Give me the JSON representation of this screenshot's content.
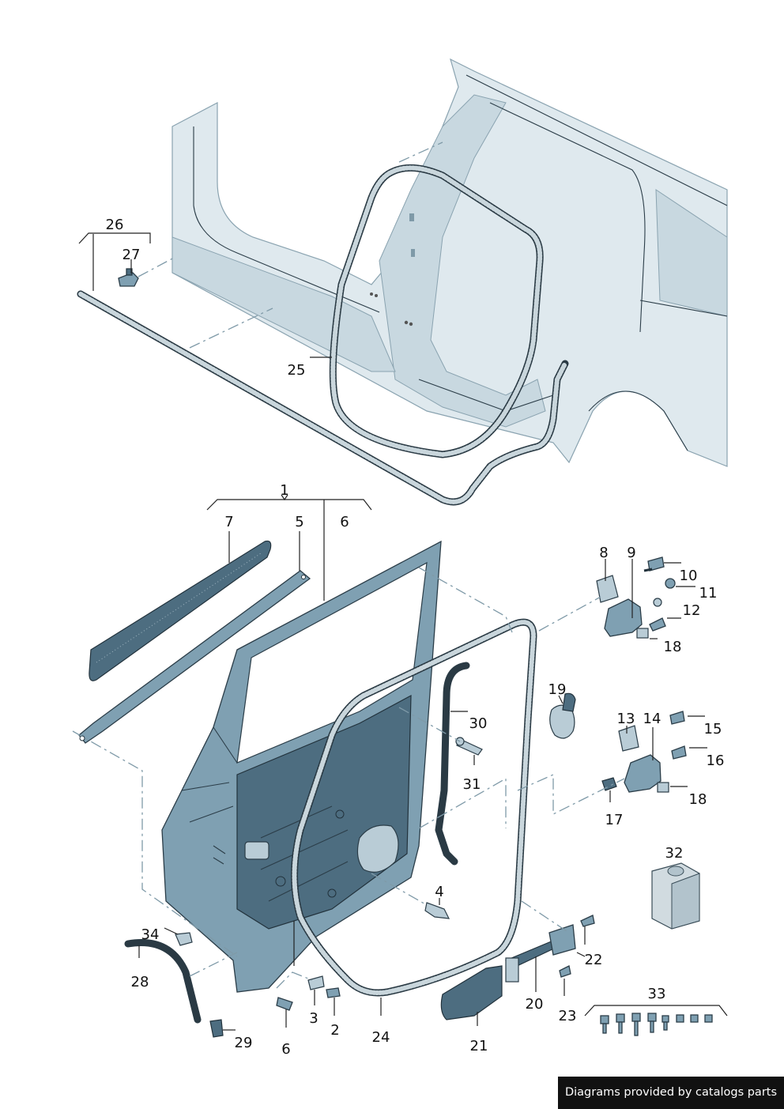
{
  "footer": {
    "text": "Diagrams provided by catalogs parts"
  },
  "callouts": [
    {
      "id": "c26",
      "text": "26"
    },
    {
      "id": "c27",
      "text": "27"
    },
    {
      "id": "c25",
      "text": "25"
    },
    {
      "id": "c1",
      "text": "1"
    },
    {
      "id": "c7",
      "text": "7"
    },
    {
      "id": "c5",
      "text": "5"
    },
    {
      "id": "c6a",
      "text": "6"
    },
    {
      "id": "c8",
      "text": "8"
    },
    {
      "id": "c9",
      "text": "9"
    },
    {
      "id": "c10",
      "text": "10"
    },
    {
      "id": "c11",
      "text": "11"
    },
    {
      "id": "c12",
      "text": "12"
    },
    {
      "id": "c18a",
      "text": "18"
    },
    {
      "id": "c19",
      "text": "19"
    },
    {
      "id": "c30",
      "text": "30"
    },
    {
      "id": "c13",
      "text": "13"
    },
    {
      "id": "c14",
      "text": "14"
    },
    {
      "id": "c15",
      "text": "15"
    },
    {
      "id": "c16",
      "text": "16"
    },
    {
      "id": "c31",
      "text": "31"
    },
    {
      "id": "c18b",
      "text": "18"
    },
    {
      "id": "c17",
      "text": "17"
    },
    {
      "id": "c32",
      "text": "32"
    },
    {
      "id": "c4",
      "text": "4"
    },
    {
      "id": "c34",
      "text": "34"
    },
    {
      "id": "c28",
      "text": "28"
    },
    {
      "id": "c22",
      "text": "22"
    },
    {
      "id": "c20",
      "text": "20"
    },
    {
      "id": "c23",
      "text": "23"
    },
    {
      "id": "c33",
      "text": "33"
    },
    {
      "id": "c3",
      "text": "3"
    },
    {
      "id": "c2",
      "text": "2"
    },
    {
      "id": "c24",
      "text": "24"
    },
    {
      "id": "c29",
      "text": "29"
    },
    {
      "id": "c6b",
      "text": "6"
    },
    {
      "id": "c21",
      "text": "21"
    }
  ],
  "icons": {
    "drawing": "car-rear-door-exploded-view",
    "badge_colors": {
      "bg": "#111111",
      "fg": "#ffffff"
    }
  }
}
